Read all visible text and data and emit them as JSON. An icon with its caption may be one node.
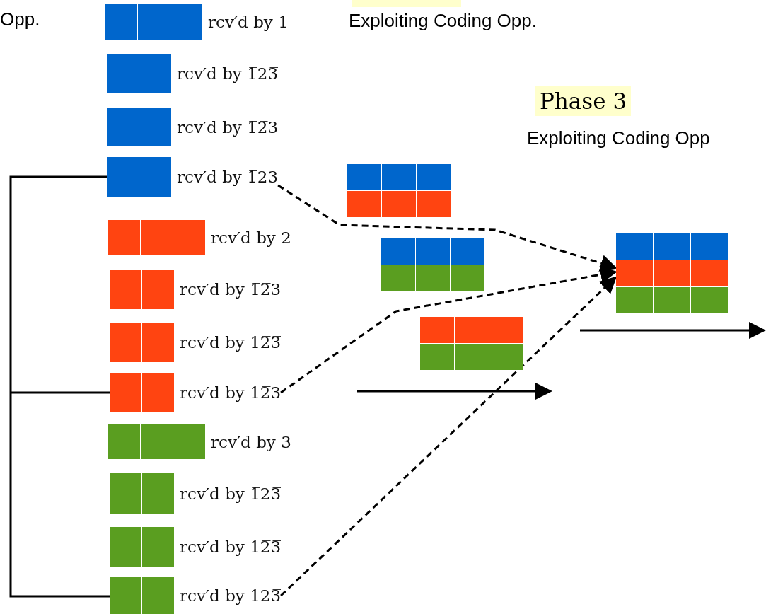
{
  "diagram": {
    "nodes": [
      {
        "text": [
          "rcv′d by 1"
        ]
      },
      {
        "text": [
          "rcv′d by 1̅23̅"
        ]
      },
      {
        "text": [
          "rcv′d by 1̅2̅3"
        ]
      },
      {
        "text": [
          "rcv′d by 1̅23"
        ]
      },
      {
        "text": [
          "rcv′d by 2"
        ]
      },
      {
        "text": [
          "rcv′d by 1̅2̅3"
        ]
      },
      {
        "text": [
          "rcv′d by 12̅3̅"
        ]
      },
      {
        "text": [
          "rcv′d by 12̅3"
        ]
      },
      {
        "text": [
          "rcv′d by 3"
        ]
      },
      {
        "text": [
          "rcv′d by 1̅23̅"
        ]
      },
      {
        "text": [
          "rcv′d by 12̅3̅"
        ]
      },
      {
        "text": [
          "rcv′d by 123̅"
        ]
      },
      {
        "text": [],
        "shape": "box"
      },
      {
        "text": [],
        "shape": "box"
      },
      {
        "text": [],
        "shape": "box"
      },
      {
        "text": [],
        "shape": "box"
      }
    ],
    "edges": [
      {
        "from": 3,
        "to": 15,
        "arrow": "to",
        "style": "dashed"
      },
      {
        "from": 7,
        "to": 15,
        "arrow": "to",
        "style": "dashed"
      },
      {
        "from": 11,
        "to": 15,
        "arrow": "to",
        "style": "dashed"
      }
    ],
    "labels": [
      "Opp.",
      "Exploiting Coding Opp.",
      "Phase 3",
      "Exploiting Coding Opp"
    ]
  }
}
